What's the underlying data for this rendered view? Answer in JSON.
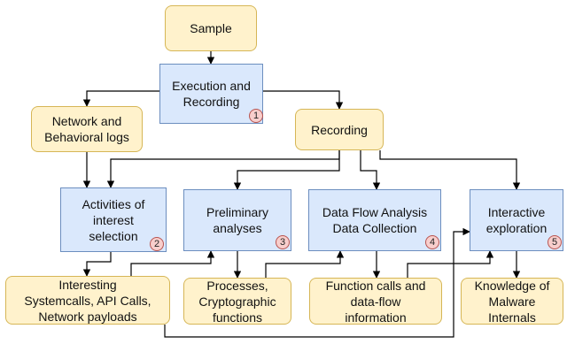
{
  "nodes": {
    "sample": "Sample",
    "exec": "Execution and\nRecording",
    "netlogs": "Network and\nBehavioral logs",
    "recording": "Recording",
    "activities": "Activities of\ninterest\nselection",
    "prelim": "Preliminary\nanalyses",
    "dataflow": "Data Flow Analysis\nData Collection",
    "interactive": "Interactive\nexploration",
    "interesting": "Interesting\nSystemcalls, API Calls,\nNetwork payloads",
    "processes": "Processes,\nCryptographic\nfunctions",
    "funccalls": "Function calls and\ndata-flow\ninformation",
    "knowledge": "Knowledge of\nMalware\nInternals"
  },
  "badges": {
    "exec": "1",
    "activities": "2",
    "prelim": "3",
    "dataflow": "4",
    "interactive": "5"
  }
}
